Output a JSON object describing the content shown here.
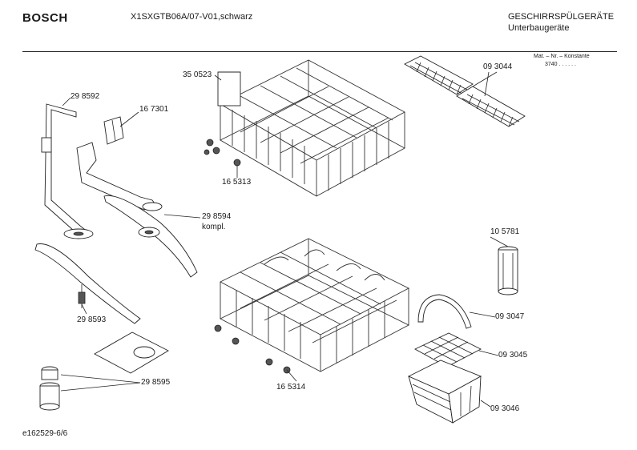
{
  "header": {
    "brand": "BOSCH",
    "model": "X1SXGTB06A/07-V01,schwarz",
    "category_line1": "GESCHIRRSPÜLGERÄTE",
    "category_line2": "Unterbaugeräte",
    "mat_header": "Mat. – Nr. – Konstante",
    "mat_value": "3740 . .   . . . ."
  },
  "part_labels": {
    "p350523": "35 0523",
    "p298592": "29 8592",
    "p167301": "16 7301",
    "p165313": "16 5313",
    "p093044": "09 3044",
    "p298594": "29 8594",
    "p298594_note": "kompl.",
    "p298593": "29 8593",
    "p298595": "29 8595",
    "p165314": "16 5314",
    "p105781": "10 5781",
    "p093047": "09 3047",
    "p093045": "09 3045",
    "p093046": "09 3046"
  },
  "footer": {
    "doc_id": "e162529-6/6"
  }
}
